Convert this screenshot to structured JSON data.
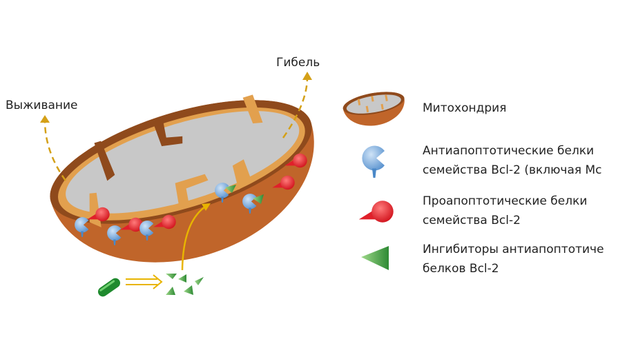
{
  "labels": {
    "survival": "Выживание",
    "death": "Гибель"
  },
  "legend": [
    {
      "icon": "mitochondrion-icon",
      "lines": [
        "Митохондрия"
      ]
    },
    {
      "icon": "anti-apoptotic-protein-icon",
      "lines": [
        "Антиапоптотические белки",
        "семейства Bcl-2 (включая Mc"
      ]
    },
    {
      "icon": "pro-apoptotic-protein-icon",
      "lines": [
        "Проапоптотические белки",
        "семейства Bcl-2"
      ]
    },
    {
      "icon": "inhibitor-icon",
      "lines": [
        "Ингибиторы антиапоптотиче",
        "белков Bcl-2"
      ]
    }
  ],
  "colors": {
    "membrane": "#c0652a",
    "membrane_dark": "#8f4a1c",
    "cristae": "#e2a04e",
    "matrix": "#c8c8c8",
    "anti_protein": "#8fb8e3",
    "pro_protein": "#e0202a",
    "inhibitor": "#4fa84a",
    "arrow": "#e8b400"
  }
}
